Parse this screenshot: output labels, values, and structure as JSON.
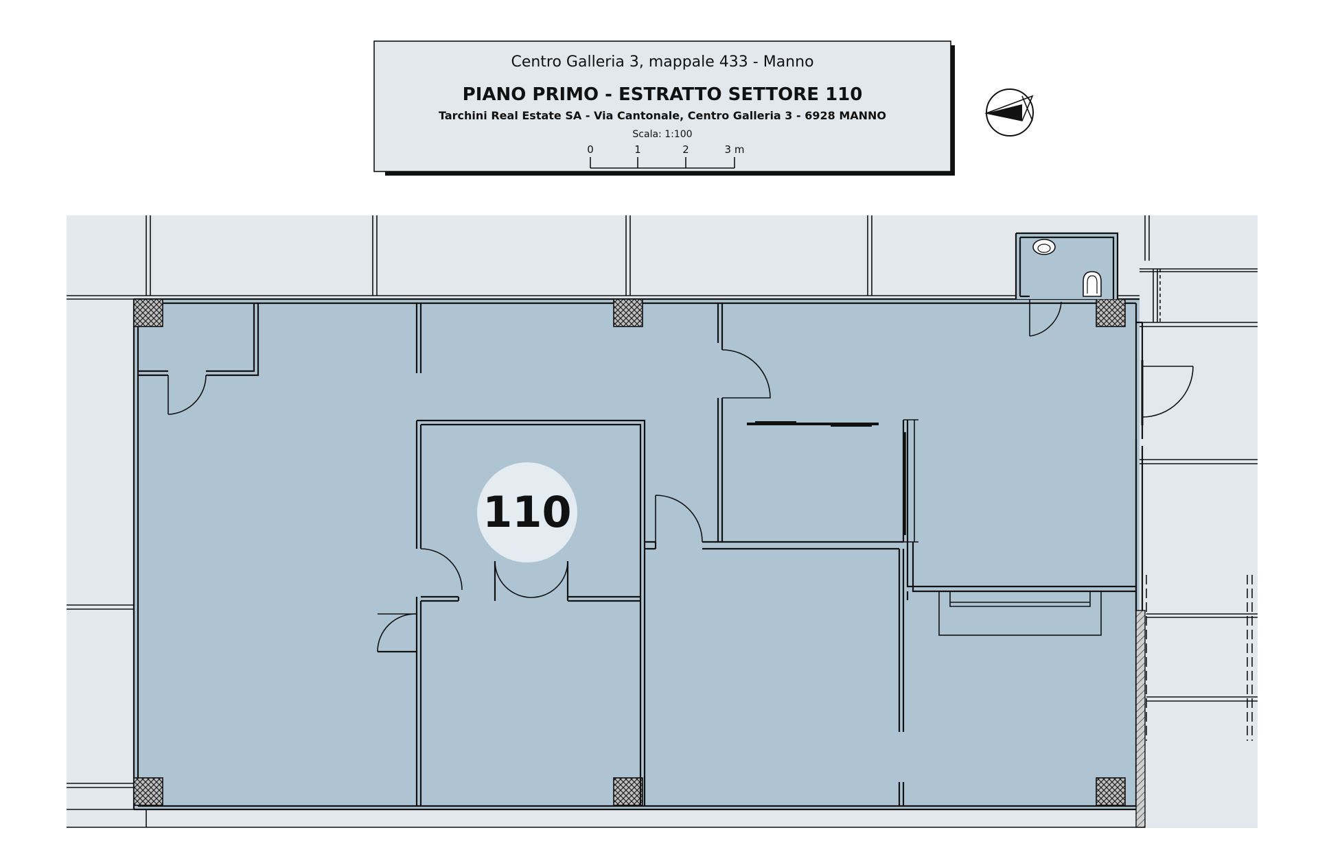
{
  "title_block": {
    "address": "Centro Galleria 3, mappale 433 - Manno",
    "title": "PIANO PRIMO - ESTRATTO SETTORE 110",
    "company": "Tarchini Real Estate SA - Via Cantonale, Centro Galleria 3 - 6928 MANNO",
    "scale_label": "Scala: 1:100",
    "scale_ticks": [
      "0",
      "1",
      "2",
      "3 m"
    ]
  },
  "sector": {
    "number": "110"
  },
  "icons": {
    "north_arrow": "north-arrow-icon",
    "washbasin": "washbasin-icon",
    "toilet": "toilet-icon"
  },
  "colors": {
    "sector_fill": "#aec4d3",
    "surround_fill": "#e3e8ec",
    "title_fill": "#e3e8ec",
    "badge_fill": "#e4ecf1",
    "line": "#111111"
  }
}
